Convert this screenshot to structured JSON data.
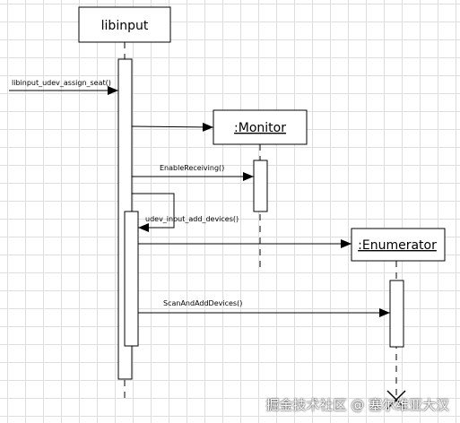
{
  "diagram": {
    "type": "uml-sequence",
    "participants": [
      {
        "id": "libinput",
        "label": "libinput"
      },
      {
        "id": "monitor",
        "label": ":Monitor"
      },
      {
        "id": "enumerator",
        "label": ":Enumerator"
      }
    ],
    "messages": [
      {
        "from": "external",
        "to": "libinput",
        "label": "libinput_udev_assign_seat()"
      },
      {
        "from": "libinput",
        "to": "monitor",
        "label": ""
      },
      {
        "from": "libinput",
        "to": "monitor",
        "label": "EnableReceiving()"
      },
      {
        "from": "libinput",
        "to": "libinput",
        "label": "udev_input_add_devices()"
      },
      {
        "from": "libinput",
        "to": "enumerator",
        "label": ""
      },
      {
        "from": "libinput",
        "to": "enumerator",
        "label": "ScanAndAddDevices()"
      }
    ]
  },
  "watermark": "掘金技术社区 @ 塞尔维亚大汉",
  "colors": {
    "line": "#000000",
    "box_fill": "#ffffff",
    "grid": "#dedede"
  }
}
